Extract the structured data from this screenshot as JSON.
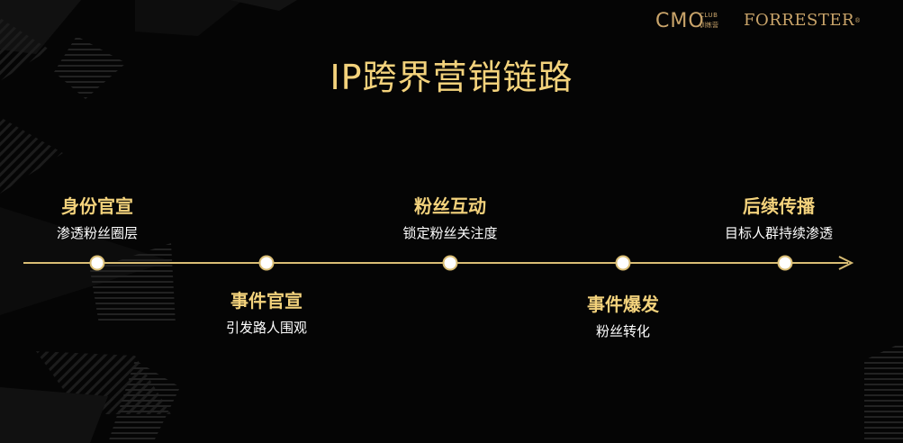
{
  "title": "IP跨界营销链路",
  "logos": {
    "cmo_main": "CMO",
    "cmo_club": "CLUB",
    "cmo_sub": "训练营",
    "forrester": "FORRESTER",
    "forrester_mark": "®"
  },
  "timeline": {
    "steps": [
      {
        "id": "step-1",
        "title": "身份官宣",
        "desc": "渗透粉丝圈层",
        "position": "above"
      },
      {
        "id": "step-2",
        "title": "事件官宣",
        "desc": "引发路人围观",
        "position": "below"
      },
      {
        "id": "step-3",
        "title": "粉丝互动",
        "desc": "锁定粉丝关注度",
        "position": "above"
      },
      {
        "id": "step-4",
        "title": "事件爆发",
        "desc": "粉丝转化",
        "position": "below"
      },
      {
        "id": "step-5",
        "title": "后续传播",
        "desc": "目标人群持续渗透",
        "position": "above"
      }
    ]
  },
  "colors": {
    "background": "#050505",
    "accent_gold": "#f3d27c",
    "line_gold": "#d9bd74",
    "logo_gold": "#c9a46a",
    "text_white": "#ffffff"
  }
}
